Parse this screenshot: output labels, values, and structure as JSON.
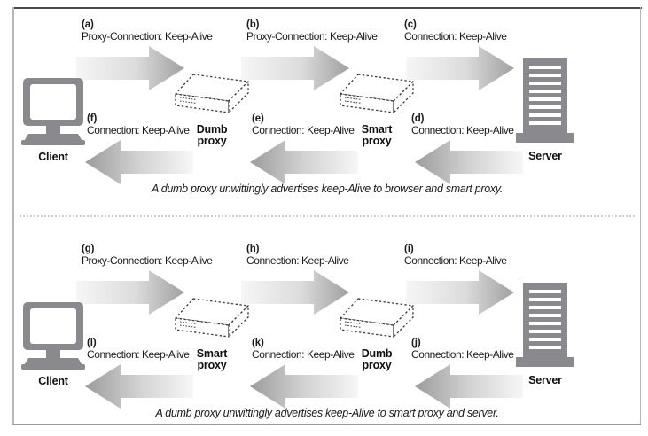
{
  "figure": {
    "panels": [
      {
        "id": "top-panel",
        "caption": "A dumb proxy unwittingly advertises keep-Alive to browser and smart proxy.",
        "nodes": [
          {
            "name": "client",
            "label": "Client",
            "icon": "computer-monitor-icon"
          },
          {
            "name": "proxy-1",
            "label_line1": "Dumb",
            "label_line2": "proxy",
            "icon": "proxy-box-icon"
          },
          {
            "name": "proxy-2",
            "label_line1": "Smart",
            "label_line2": "proxy",
            "icon": "proxy-box-icon"
          },
          {
            "name": "server",
            "label": "Server",
            "icon": "server-tower-icon"
          }
        ],
        "forward_messages": [
          {
            "tag": "(a)",
            "header": "Proxy-Connection: Keep-Alive"
          },
          {
            "tag": "(b)",
            "header": "Proxy-Connection: Keep-Alive"
          },
          {
            "tag": "(c)",
            "header": "Connection: Keep-Alive"
          }
        ],
        "return_messages": [
          {
            "tag": "(f)",
            "header": "Connection: Keep-Alive"
          },
          {
            "tag": "(e)",
            "header": "Connection: Keep-Alive"
          },
          {
            "tag": "(d)",
            "header": "Connection: Keep-Alive"
          }
        ]
      },
      {
        "id": "bottom-panel",
        "caption": "A dumb proxy unwittingly advertises keep-Alive to smart proxy and server.",
        "nodes": [
          {
            "name": "client",
            "label": "Client",
            "icon": "computer-monitor-icon"
          },
          {
            "name": "proxy-1",
            "label_line1": "Smart",
            "label_line2": "proxy",
            "icon": "proxy-box-icon"
          },
          {
            "name": "proxy-2",
            "label_line1": "Dumb",
            "label_line2": "proxy",
            "icon": "proxy-box-icon"
          },
          {
            "name": "server",
            "label": "Server",
            "icon": "server-tower-icon"
          }
        ],
        "forward_messages": [
          {
            "tag": "(g)",
            "header": "Proxy-Connection: Keep-Alive"
          },
          {
            "tag": "(h)",
            "header": "Connection: Keep-Alive"
          },
          {
            "tag": "(i)",
            "header": "Connection: Keep-Alive"
          }
        ],
        "return_messages": [
          {
            "tag": "(l)",
            "header": "Connection: Keep-Alive"
          },
          {
            "tag": "(k)",
            "header": "Connection: Keep-Alive"
          },
          {
            "tag": "(j)",
            "header": "Connection: Keep-Alive"
          }
        ]
      }
    ]
  },
  "colors": {
    "device_gray": "#8a8a8e",
    "arrow_dark": "#9c9c9c",
    "arrow_light": "#f2f2f2",
    "frame_top": "#4a4a4a",
    "frame_side": "#b8b8b8",
    "divider": "#cfcfcf",
    "text": "#1a1a1a"
  }
}
